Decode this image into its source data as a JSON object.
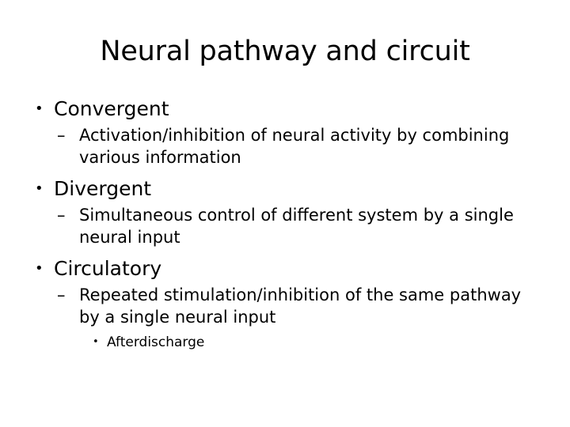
{
  "slide": {
    "title": "Neural pathway and circuit",
    "background_color": "#ffffff",
    "text_color": "#000000",
    "markers": {
      "level1": "•",
      "level2": "–",
      "level3": "•"
    },
    "content": [
      {
        "level1": "Convergent",
        "level2": "Activation/inhibition of neural activity by combining various information"
      },
      {
        "level1": "Divergent",
        "level2": "Simultaneous control of different system by a single neural input"
      },
      {
        "level1": "Circulatory",
        "level2": "Repeated stimulation/inhibition of the same pathway by a single neural input",
        "level3": "Afterdischarge"
      }
    ]
  }
}
